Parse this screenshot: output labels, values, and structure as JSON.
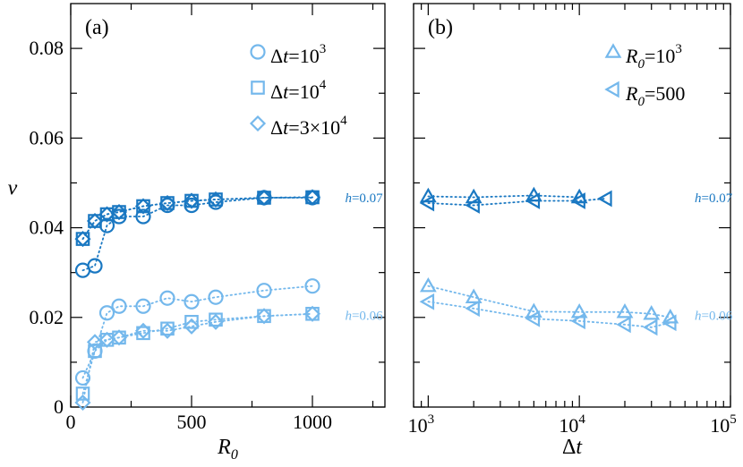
{
  "chart_data": [
    {
      "type": "scatter",
      "panel_label": "(a)",
      "xlabel": "R",
      "xlabel_sub": "0",
      "ylabel": "v",
      "xlim": [
        0,
        1300
      ],
      "ylim": [
        0,
        0.09
      ],
      "x_scale": "linear",
      "xticks": [
        0,
        500,
        1000
      ],
      "xtick_labels": [
        "0",
        "500",
        "1000"
      ],
      "yticks": [
        0,
        0.02,
        0.04,
        0.06,
        0.08
      ],
      "ytick_labels": [
        "0",
        "0.02",
        "0.04",
        "0.06",
        "0.08"
      ],
      "legend": [
        {
          "marker": "circle",
          "prefix": "Δ",
          "var": "t",
          "eq": "=10",
          "sup": "3"
        },
        {
          "marker": "square",
          "prefix": "Δ",
          "var": "t",
          "eq": "=10",
          "sup": "4"
        },
        {
          "marker": "diamond",
          "prefix": "Δ",
          "var": "t",
          "eq": "=3×10",
          "sup": "4"
        }
      ],
      "annotations": [
        {
          "var": "h",
          "text": "=0.07",
          "at": [
            1135,
            0.0467
          ],
          "color": "#1a78c2"
        },
        {
          "var": "h",
          "text": "=0.06",
          "at": [
            1135,
            0.0205
          ],
          "color": "#74b8ec"
        }
      ],
      "series": [
        {
          "marker": "circle",
          "group": "h=0.07",
          "color": "#1a78c2",
          "x": [
            50,
            100,
            150,
            200,
            300,
            400,
            500,
            600,
            800,
            1000
          ],
          "y": [
            0.0305,
            0.0315,
            0.0405,
            0.0425,
            0.0425,
            0.045,
            0.045,
            0.0457,
            0.0467,
            0.0467
          ]
        },
        {
          "marker": "square",
          "group": "h=0.07",
          "color": "#1a78c2",
          "x": [
            50,
            100,
            150,
            200,
            300,
            400,
            500,
            600,
            800,
            1000
          ],
          "y": [
            0.0375,
            0.0415,
            0.043,
            0.0435,
            0.0448,
            0.0455,
            0.046,
            0.0463,
            0.0467,
            0.0468
          ]
        },
        {
          "marker": "diamond",
          "group": "h=0.07",
          "color": "#1a78c2",
          "x": [
            50,
            100,
            150,
            200,
            300,
            400,
            500,
            600,
            800,
            1000
          ],
          "y": [
            0.0375,
            0.0415,
            0.043,
            0.0435,
            0.0448,
            0.0455,
            0.046,
            0.0463,
            0.0467,
            0.0468
          ]
        },
        {
          "marker": "circle",
          "group": "h=0.06",
          "color": "#74b8ec",
          "x": [
            50,
            100,
            150,
            200,
            300,
            400,
            500,
            600,
            800,
            1000
          ],
          "y": [
            0.0065,
            0.0125,
            0.021,
            0.0225,
            0.0225,
            0.0243,
            0.0235,
            0.0245,
            0.026,
            0.027
          ]
        },
        {
          "marker": "square",
          "group": "h=0.06",
          "color": "#74b8ec",
          "x": [
            50,
            100,
            150,
            200,
            300,
            400,
            500,
            600,
            800,
            1000
          ],
          "y": [
            0.003,
            0.0125,
            0.015,
            0.0155,
            0.0165,
            0.0175,
            0.019,
            0.0195,
            0.0203,
            0.0208
          ]
        },
        {
          "marker": "diamond",
          "group": "h=0.06",
          "color": "#74b8ec",
          "x": [
            50,
            100,
            150,
            200,
            300,
            400,
            500,
            600,
            800,
            1000
          ],
          "y": [
            0.001,
            0.0145,
            0.015,
            0.0155,
            0.017,
            0.017,
            0.018,
            0.019,
            0.0203,
            0.0208
          ]
        }
      ]
    },
    {
      "type": "scatter",
      "panel_label": "(b)",
      "xlabel": "Δt",
      "ylabel": "",
      "xlim": [
        800,
        100000
      ],
      "ylim": [
        0,
        0.09
      ],
      "x_scale": "log",
      "xticks": [
        1000,
        10000,
        100000
      ],
      "xtick_labels": [
        {
          "base": "10",
          "sup": "3"
        },
        {
          "base": "10",
          "sup": "4"
        },
        {
          "base": "10",
          "sup": "5"
        }
      ],
      "yticks": [
        0,
        0.02,
        0.04,
        0.06,
        0.08
      ],
      "legend": [
        {
          "marker": "triangle-up",
          "var": "R",
          "sub": "0",
          "eq": "=10",
          "sup": "3"
        },
        {
          "marker": "triangle-left",
          "var": "R",
          "sub": "0",
          "eq": "=500",
          "sup": ""
        }
      ],
      "annotations": [
        {
          "var": "h",
          "text": "=0.07",
          "at": [
            58000,
            0.0467
          ],
          "color": "#1a78c2"
        },
        {
          "var": "h",
          "text": "=0.06",
          "at": [
            58000,
            0.0205
          ],
          "color": "#74b8ec"
        }
      ],
      "series": [
        {
          "marker": "triangle-up",
          "group": "h=0.07",
          "color": "#1a78c2",
          "x": [
            1000,
            2000,
            5000,
            10000
          ],
          "y": [
            0.047,
            0.0468,
            0.0472,
            0.0468
          ]
        },
        {
          "marker": "triangle-left",
          "group": "h=0.07",
          "color": "#1a78c2",
          "x": [
            1000,
            2000,
            5000,
            10000,
            15000
          ],
          "y": [
            0.0455,
            0.045,
            0.046,
            0.046,
            0.0465
          ]
        },
        {
          "marker": "triangle-up",
          "group": "h=0.06",
          "color": "#74b8ec",
          "x": [
            1000,
            2000,
            5000,
            10000,
            20000,
            30000,
            40000
          ],
          "y": [
            0.027,
            0.0245,
            0.0213,
            0.0212,
            0.0212,
            0.0208,
            0.02
          ]
        },
        {
          "marker": "triangle-left",
          "group": "h=0.06",
          "color": "#74b8ec",
          "x": [
            1000,
            2000,
            5000,
            10000,
            20000,
            30000,
            40000
          ],
          "y": [
            0.0235,
            0.022,
            0.0197,
            0.0192,
            0.0184,
            0.0178,
            0.0188
          ]
        }
      ]
    }
  ]
}
